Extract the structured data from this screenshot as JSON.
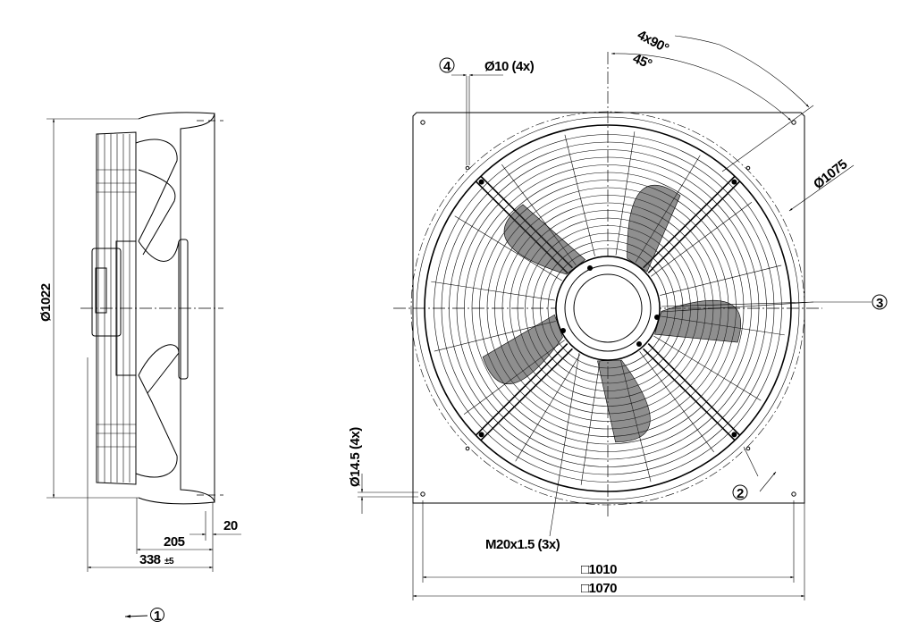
{
  "side_view": {
    "diameter_label": "Ø1022",
    "depth_inner": "205",
    "flange_offset": "20",
    "overall_depth": "338",
    "overall_tolerance": "±5",
    "airflow_marker": "1"
  },
  "front_view": {
    "hole_marker": "4",
    "hole_label": "Ø10 (4x)",
    "angle_total": "4x90°",
    "angle_offset": "45°",
    "ring_diameter": "Ø1075",
    "guard_marker": "3",
    "corner_hole_label": "Ø14.5 (4x)",
    "marker_2": "2",
    "cable_gland": "M20x1.5 (3x)",
    "hole_pitch": "□1010",
    "plate_size": "□1070"
  }
}
